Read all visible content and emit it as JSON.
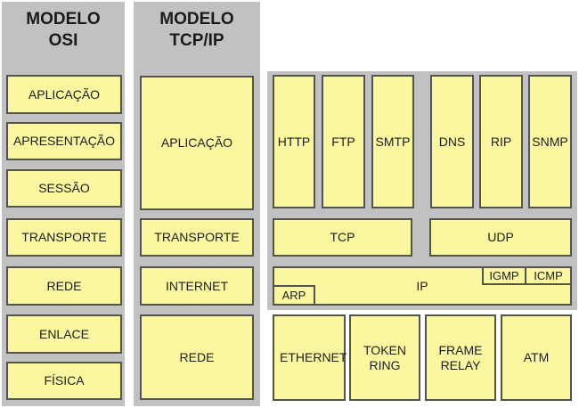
{
  "colors": {
    "page": "#ffffff",
    "panel": "#c1c1c1",
    "fill": "#fbf7a1",
    "border": "#53544a",
    "text": "#1c1c1c"
  },
  "osi": {
    "title_line1": "MODELO",
    "title_line2": "OSI",
    "layers": [
      "APLICAÇÃO",
      "APRESENTAÇÃO",
      "SESSÃO",
      "TRANSPORTE",
      "REDE",
      "ENLACE",
      "FÍSICA"
    ]
  },
  "tcpip": {
    "title_line1": "MODELO",
    "title_line2": "TCP/IP",
    "layers": [
      "APLICAÇÃO",
      "TRANSPORTE",
      "INTERNET",
      "REDE"
    ]
  },
  "protocols": {
    "application": [
      "HTTP",
      "FTP",
      "SMTP",
      "DNS",
      "RIP",
      "SNMP"
    ],
    "transport": [
      "TCP",
      "UDP"
    ],
    "internet": [
      "IP",
      "IGMP",
      "ICMP",
      "ARP"
    ],
    "network_access": [
      "ETHERNET",
      "TOKEN RING",
      "FRAME RELAY",
      "ATM"
    ]
  }
}
